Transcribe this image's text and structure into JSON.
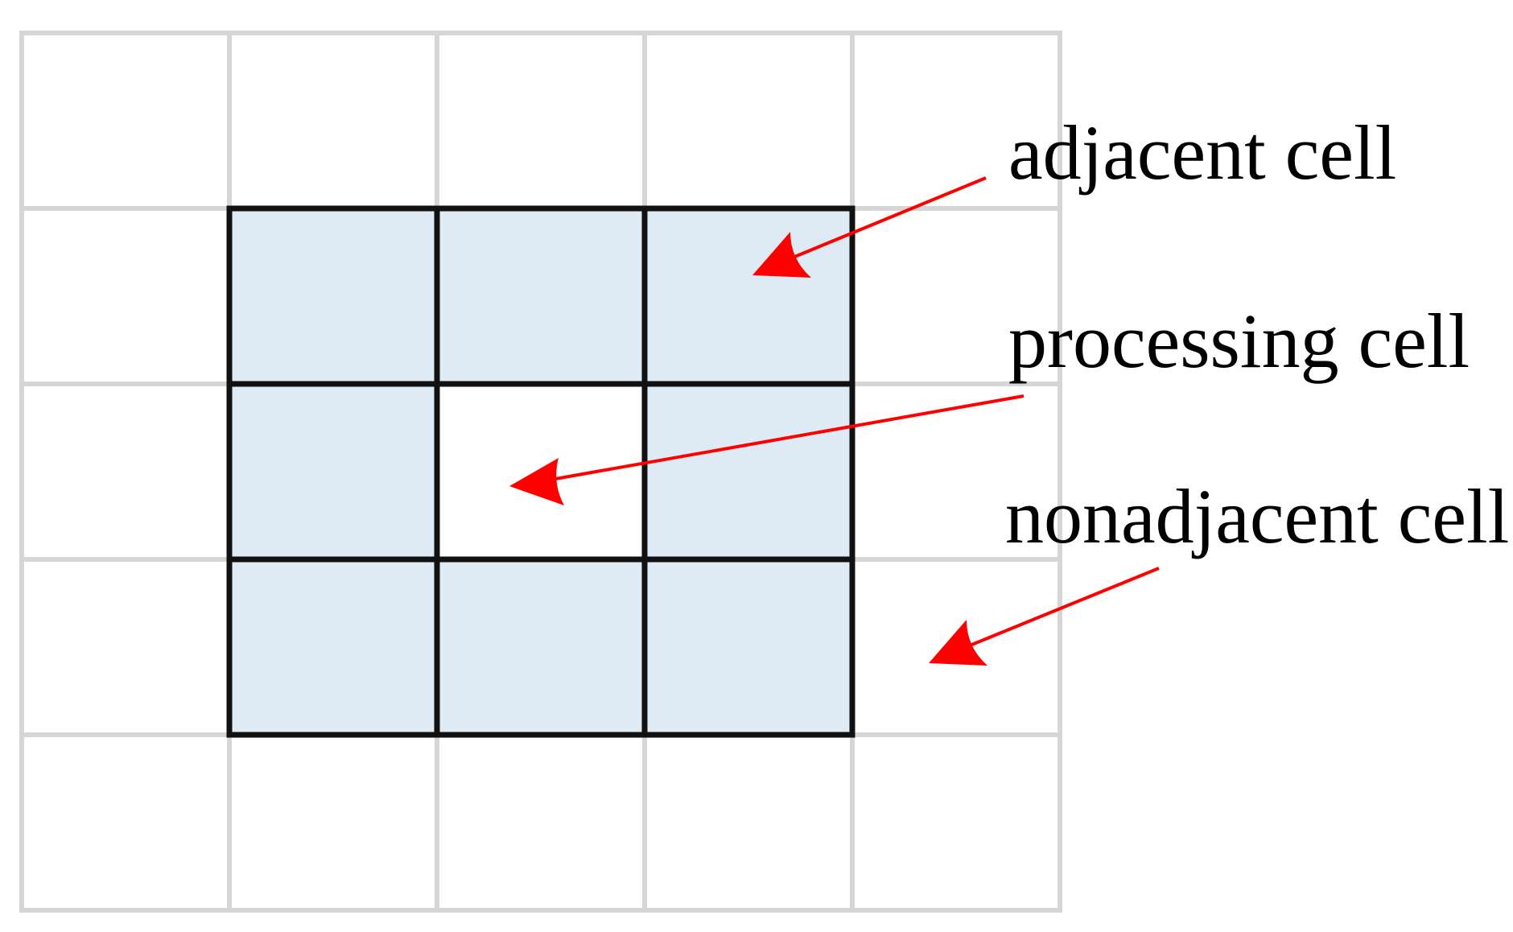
{
  "grid": {
    "rows": 5,
    "cols": 5,
    "processing_cell": {
      "row": 2,
      "col": 2
    }
  },
  "labels": {
    "adjacent": "adjacent cell",
    "processing": "processing cell",
    "nonadjacent": "nonadjacent cell"
  },
  "colors": {
    "grid_line": "#d6d6d6",
    "adjacent_fill": "#deeaf4",
    "neighborhood_border": "#111111",
    "arrow": "#ff0000",
    "text": "#000000"
  }
}
